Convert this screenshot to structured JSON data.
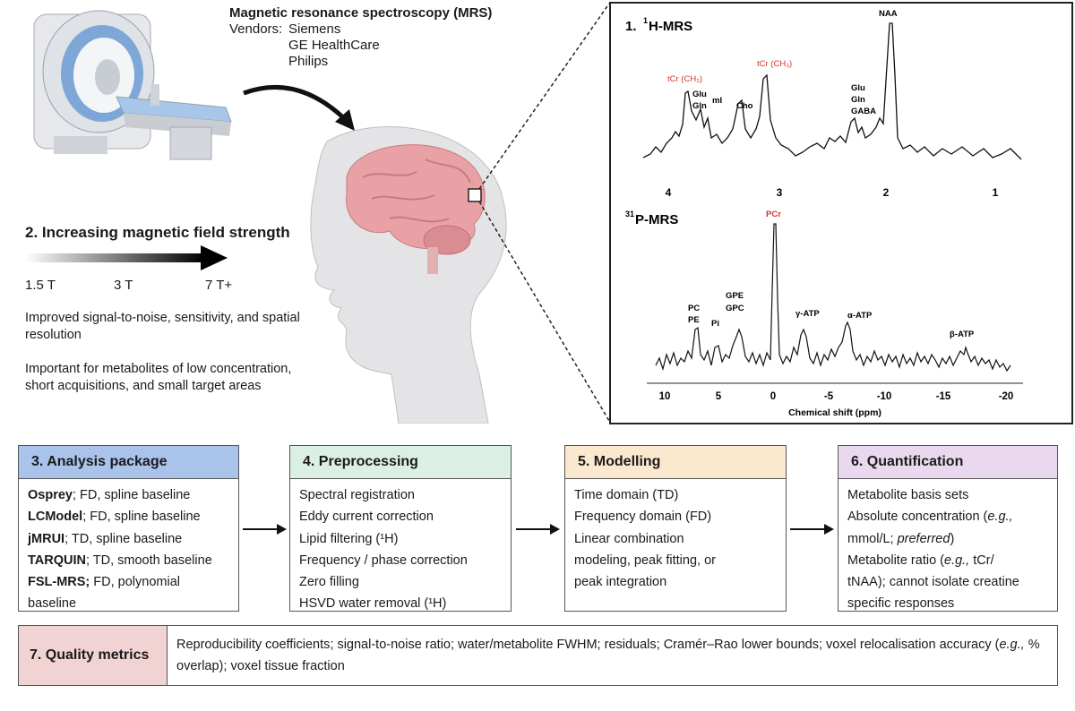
{
  "mrs": {
    "title": "Magnetic resonance spectroscopy (MRS)",
    "vendors_label": "Vendors:",
    "vendors": [
      "Siemens",
      "GE HealthCare",
      "Philips"
    ]
  },
  "field": {
    "title": "2. Increasing magnetic field strength",
    "levels": [
      "1.5 T",
      "3 T",
      "7 T+"
    ],
    "note1": "Improved signal-to-noise, sensitivity, and spatial resolution",
    "note2": "Important for metabolites of low concentration, short acquisitions, and small target areas"
  },
  "spectra": {
    "h_title_num": "1.",
    "h_title_sup": "1",
    "h_title": "H-MRS",
    "h_peaks": {
      "tcr_ch2": "tCr (CH₂)",
      "glu_gln": [
        "Glu",
        "Gln"
      ],
      "mi": "mI",
      "cho": "Cho",
      "tcr_ch3": "tCr (CH₃)",
      "glu_gln_gaba": [
        "Glu",
        "Gln",
        "GABA"
      ],
      "naa": "NAA"
    },
    "h_ticks": [
      "4",
      "3",
      "2",
      "1"
    ],
    "p_title_sup": "31",
    "p_title": "P-MRS",
    "p_peaks": {
      "pc_pe": [
        "PC",
        "PE"
      ],
      "pi": "Pi",
      "gpe_gpc": [
        "GPE",
        "GPC"
      ],
      "pcr": "PCr",
      "gamma_atp": "γ-ATP",
      "alpha_atp": "α-ATP",
      "beta_atp": "β-ATP"
    },
    "p_ticks": [
      "10",
      "5",
      "0",
      "-5",
      "-10",
      "-15",
      "-20"
    ],
    "p_xlabel": "Chemical shift (ppm)",
    "accent_red": "#d8322c"
  },
  "analysis": {
    "title": "3. Analysis package",
    "items": [
      {
        "name": "Osprey",
        "rest": "; FD, spline baseline"
      },
      {
        "name": "LCModel",
        "rest": "; FD, spline baseline"
      },
      {
        "name": "jMRUI",
        "rest": "; TD, spline baseline"
      },
      {
        "name": "TARQUIN",
        "rest": "; TD, smooth baseline"
      },
      {
        "name": "FSL-MRS;",
        "rest": " FD, polynomial"
      }
    ],
    "wrap": "baseline"
  },
  "preprocessing": {
    "title": "4. Preprocessing",
    "items": [
      "Spectral registration",
      "Eddy current correction",
      "Lipid filtering (¹H)",
      "Frequency / phase correction",
      "Zero filling",
      "HSVD water removal (¹H)"
    ]
  },
  "modelling": {
    "title": "5. Modelling",
    "items": [
      "Time domain (TD)",
      "Frequency domain (FD)",
      "Linear combination",
      "modeling, peak fitting, or",
      "peak integration"
    ]
  },
  "quantification": {
    "title": "6. Quantification",
    "line1": "Metabolite basis sets",
    "line2a": "Absolute concentration (",
    "line2b": "e.g.,",
    "line3a": "mmol/L; ",
    "line3b": "preferred",
    "line3c": ")",
    "line4a": "Metabolite ratio (",
    "line4b": "e.g.,",
    "line4c": " tCr/",
    "line5": "tNAA); cannot isolate creatine",
    "line6": "specific responses"
  },
  "quality": {
    "title": "7. Quality metrics",
    "text_a": "Reproducibility coefficients; signal-to-noise ratio; water/metabolite FWHM; residuals; Cramér–Rao lower bounds; voxel relocalisation accuracy (",
    "text_b": "e.g.,",
    "text_c": " % overlap); voxel tissue fraction"
  },
  "colors": {
    "analysis_header": "#a9c3ea",
    "preprocessing_header": "#dcefe4",
    "modelling_header": "#fbe9cf",
    "quantification_header": "#ead9ee",
    "quality_header": "#f1d3d3",
    "scanner_blue": "#7ea7d8",
    "brain_pink": "#e8a2a6"
  }
}
